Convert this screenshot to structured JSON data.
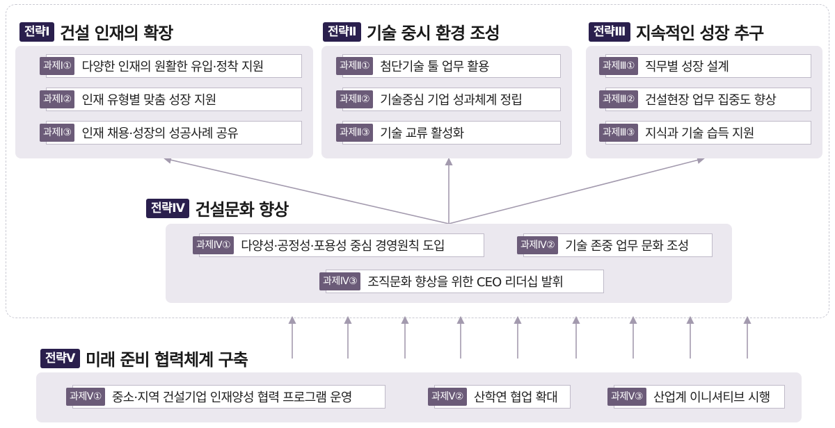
{
  "strategies": [
    {
      "badge": "전략Ⅰ",
      "title": "건설 인재의 확장",
      "tasks": [
        {
          "tag": "과제Ⅰ①",
          "label": "다양한 인재의 원활한 유입·정착 지원"
        },
        {
          "tag": "과제Ⅰ②",
          "label": "인재 유형별 맞춤 성장 지원"
        },
        {
          "tag": "과제Ⅰ③",
          "label": "인재 채용·성장의 성공사례 공유"
        }
      ]
    },
    {
      "badge": "전략Ⅱ",
      "title": "기술 중시 환경 조성",
      "tasks": [
        {
          "tag": "과제Ⅱ①",
          "label": "첨단기술 툴 업무 활용"
        },
        {
          "tag": "과제Ⅱ②",
          "label": "기술중심 기업 성과체계 정립"
        },
        {
          "tag": "과제Ⅱ③",
          "label": "기술 교류 활성화"
        }
      ]
    },
    {
      "badge": "전략Ⅲ",
      "title": "지속적인 성장 추구",
      "tasks": [
        {
          "tag": "과제Ⅲ①",
          "label": "직무별 성장 설계"
        },
        {
          "tag": "과제Ⅲ②",
          "label": "건설현장 업무 집중도 향상"
        },
        {
          "tag": "과제Ⅲ③",
          "label": "지식과 기술 습득 지원"
        }
      ]
    },
    {
      "badge": "전략Ⅳ",
      "title": "건설문화 향상",
      "tasks": [
        {
          "tag": "과제Ⅳ①",
          "label": "다양성·공정성·포용성 중심 경영원칙 도입"
        },
        {
          "tag": "과제Ⅳ②",
          "label": "기술 존중 업무 문화 조성"
        },
        {
          "tag": "과제Ⅳ③",
          "label": "조직문화 향상을 위한 CEO 리더십 발휘"
        }
      ]
    },
    {
      "badge": "전략Ⅴ",
      "title": "미래 준비 협력체계 구축",
      "tasks": [
        {
          "tag": "과제Ⅴ①",
          "label": "중소·지역 건설기업 인재양성 협력 프로그램 운영"
        },
        {
          "tag": "과제Ⅴ②",
          "label": "산학연 협업 확대"
        },
        {
          "tag": "과제Ⅴ③",
          "label": "산업계 이니셔티브 시행"
        }
      ]
    }
  ],
  "colors": {
    "badge": "#2a1f4d",
    "tag": "#6b5b78",
    "panel": "#ebe8ef",
    "arrow": "#a39aae"
  }
}
